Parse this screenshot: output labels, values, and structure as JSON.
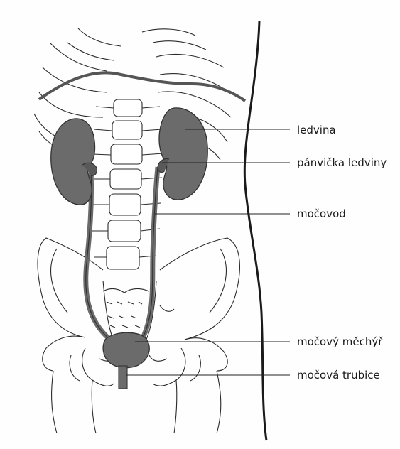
{
  "labels": {
    "kidney": "ledvina",
    "renal_pelvis": "pánvička ledviny",
    "ureter": "močovod",
    "bladder": "močový měchýř",
    "urethra": "močová trubice"
  },
  "colors": {
    "organ_fill": "#6b6b6b",
    "organ_outline": "#333333",
    "outline": "#2a2a2a",
    "leader": "#222222",
    "page": "#fefefe"
  }
}
